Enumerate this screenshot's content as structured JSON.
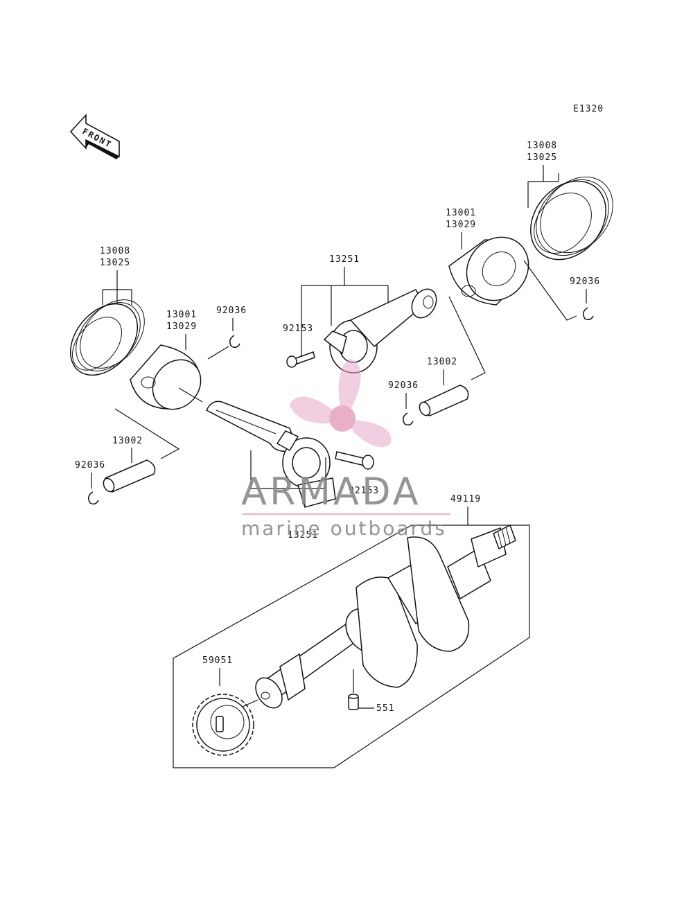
{
  "diagram_code": "E1320",
  "front_arrow_label": "FRONT",
  "watermark": {
    "brand": "ARMADA",
    "tagline": "marine outboards",
    "logo_color": "#e7a7c4"
  },
  "labels": {
    "left_ring": [
      "13008",
      "13025"
    ],
    "left_piston": [
      "13001",
      "13029"
    ],
    "left_clip_upper": "92036",
    "left_pin": "13002",
    "left_clip_lower": "92036",
    "conrod_upper": "13251",
    "bolt_upper": "92153",
    "right_piston": [
      "13001",
      "13029"
    ],
    "right_ring": [
      "13008",
      "13025"
    ],
    "right_clip_upper": "92036",
    "right_pin": "13002",
    "right_clip_mid": "92036",
    "bolt_lower": "92153",
    "conrod_lower": "13251",
    "crankshaft": "49119",
    "gear": "59051",
    "dowel": "551"
  }
}
